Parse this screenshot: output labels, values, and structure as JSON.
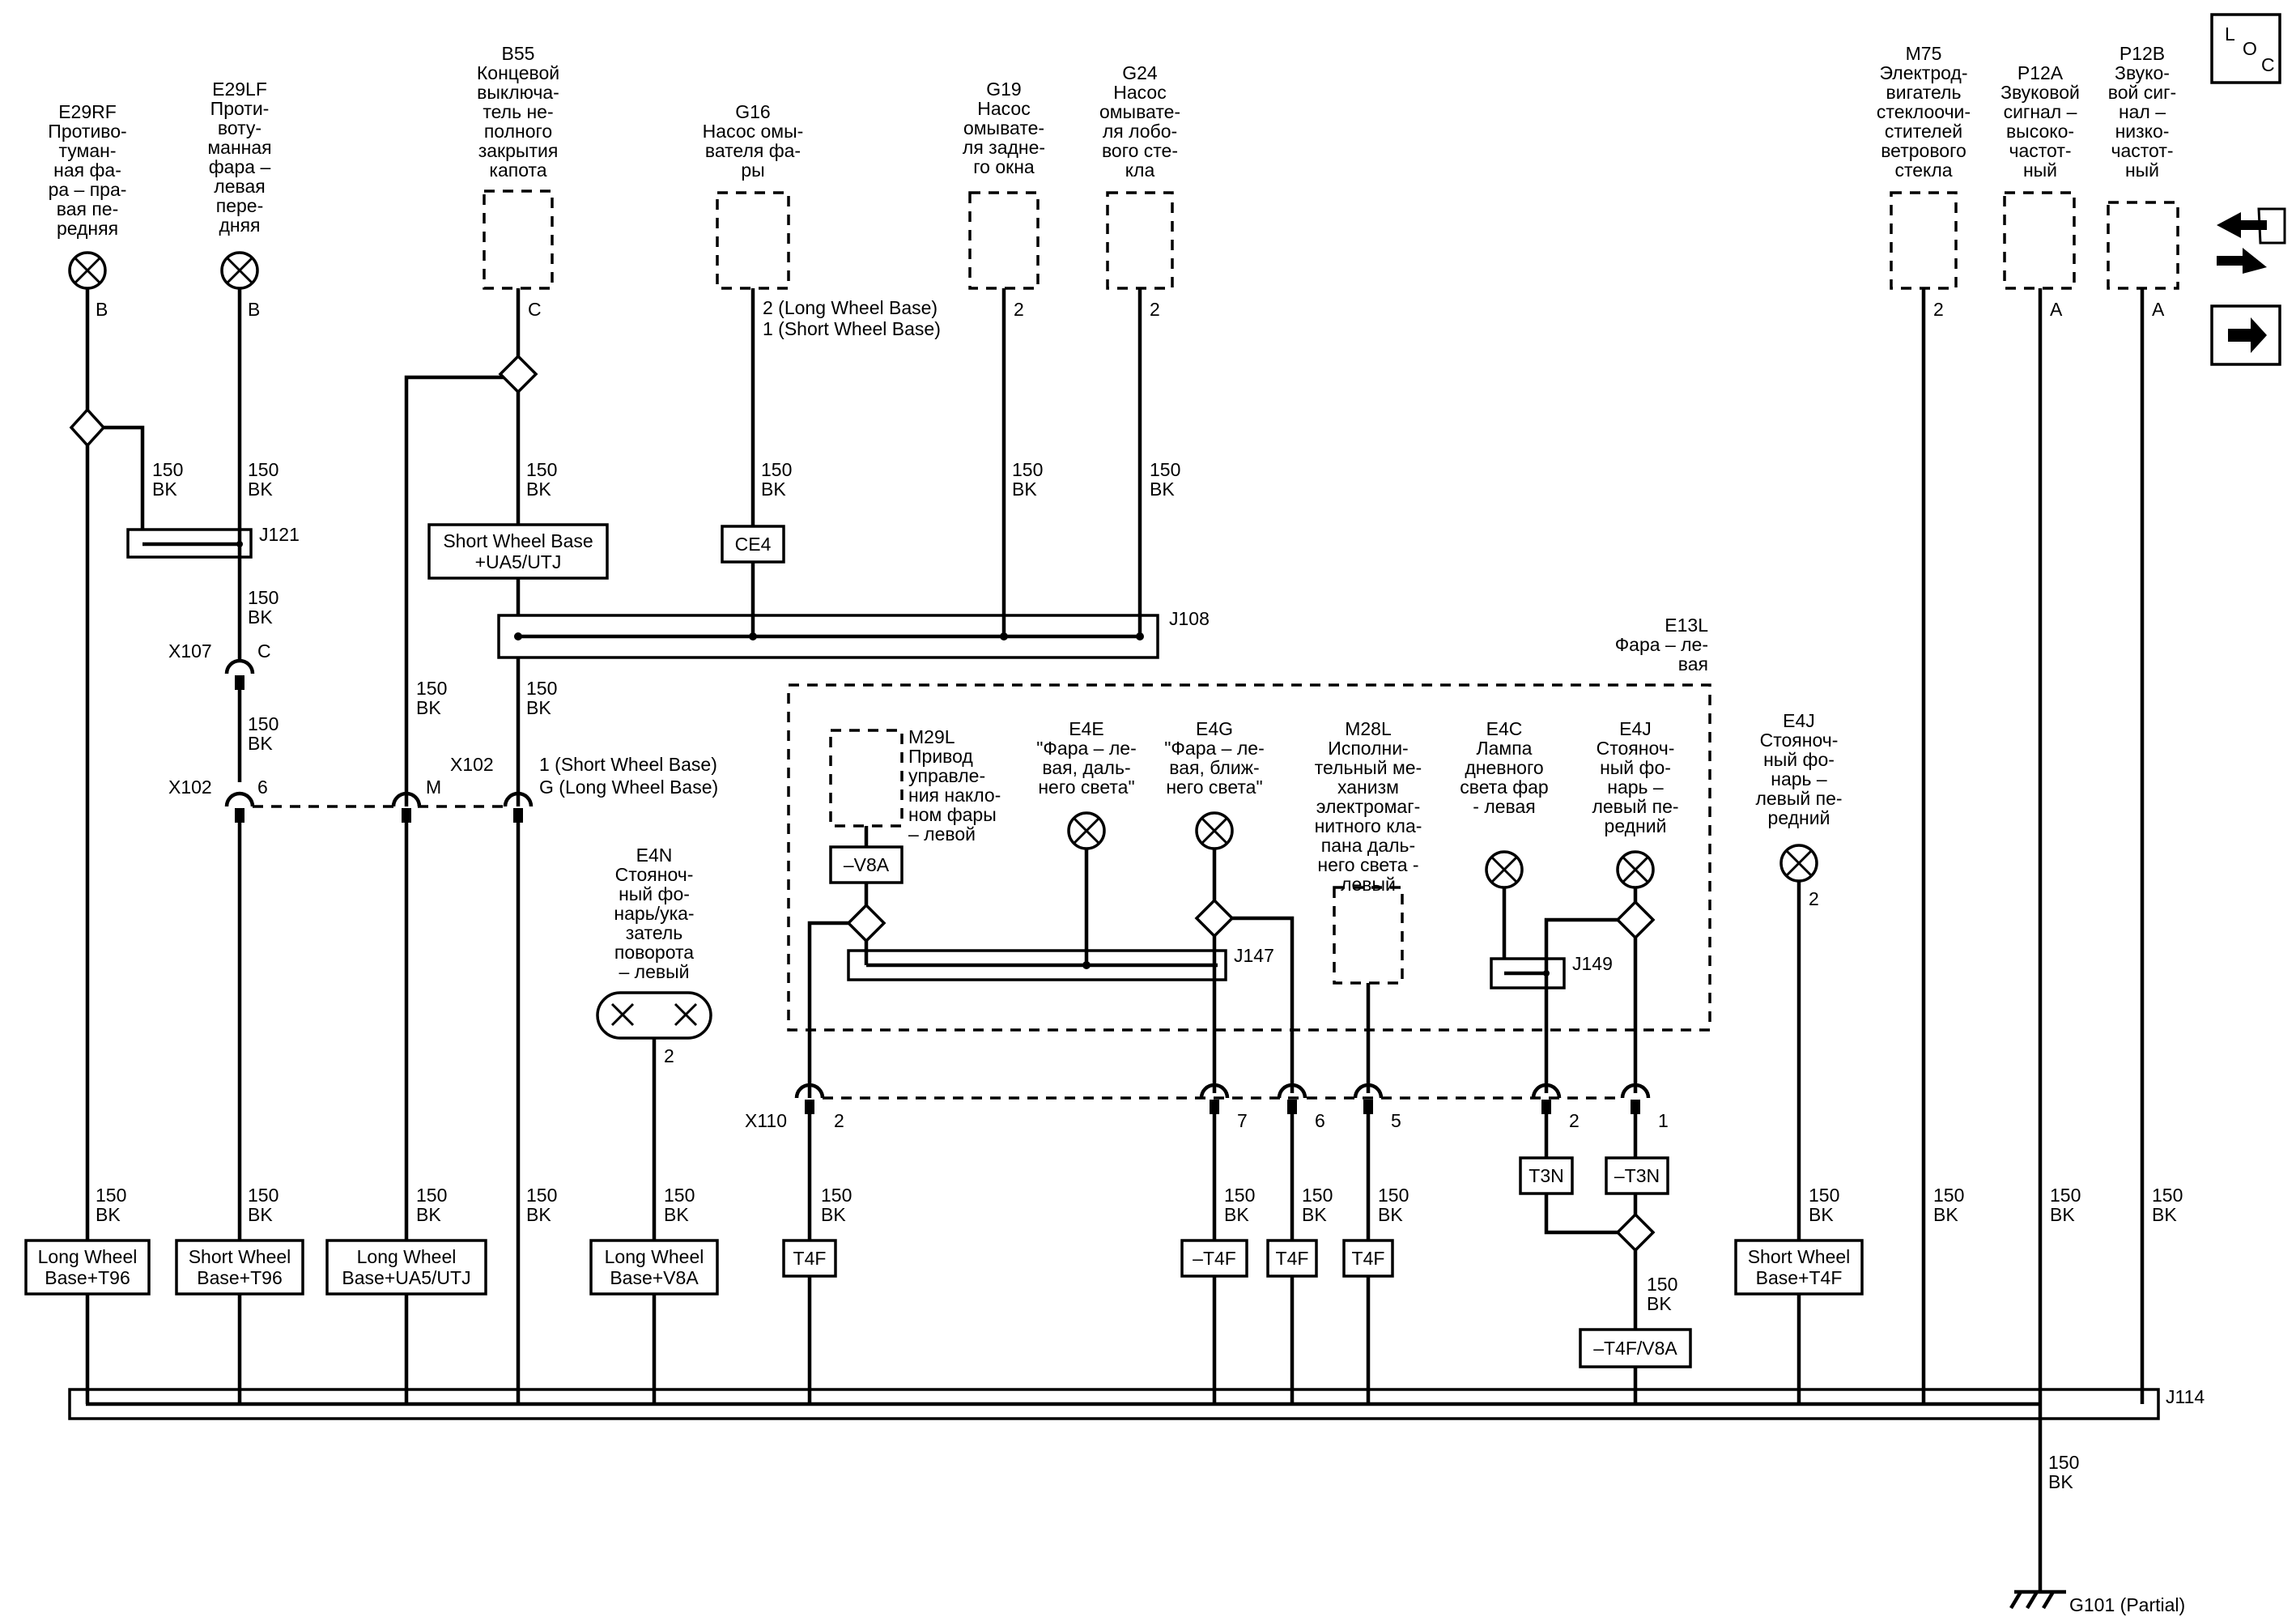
{
  "components": [
    {
      "id": "e29rf",
      "name": "E29RF",
      "desc": [
        "Противо-",
        "туман-",
        "ная фа-",
        "ра – пра-",
        "вая пе-",
        "редняя"
      ],
      "pin": "B",
      "wire": [
        "150",
        "BK"
      ],
      "option": [
        "Long Wheel",
        "Base+T96"
      ]
    },
    {
      "id": "e29lf",
      "name": "E29LF",
      "desc": [
        "Проти-",
        "воту-",
        "манная",
        "фара –",
        "левая",
        "пере-",
        "дняя"
      ],
      "pin": "B",
      "wire": [
        "150",
        "BK"
      ],
      "option": [
        "Short Wheel",
        "Base+T96"
      ]
    },
    {
      "id": "b55",
      "name": "B55",
      "desc": [
        "Концевой",
        "выключа-",
        "тель не-",
        "полного",
        "закрытия",
        "капота"
      ],
      "pin": "C",
      "wire": [
        "150",
        "BK"
      ],
      "option": [
        "Short Wheel Base",
        "+UA5/UTJ"
      ]
    },
    {
      "id": "g16",
      "name": "G16",
      "desc": [
        "Насос омы-",
        "вателя фа-",
        "ры"
      ],
      "pin": [
        "2 (Long Wheel Base)",
        "1 (Short Wheel Base)"
      ],
      "wire": [
        "150",
        "BK"
      ],
      "option": "CE4"
    },
    {
      "id": "g19",
      "name": "G19",
      "desc": [
        "Насос",
        "омывате-",
        "ля задне-",
        "го окна"
      ],
      "pin": "2",
      "wire": [
        "150",
        "BK"
      ]
    },
    {
      "id": "g24",
      "name": "G24",
      "desc": [
        "Насос",
        "омывате-",
        "ля лобо-",
        "вого сте-",
        "кла"
      ],
      "pin": "2",
      "wire": [
        "150",
        "BK"
      ]
    },
    {
      "id": "m75",
      "name": "M75",
      "desc": [
        "Электрод-",
        "вигатель",
        "стеклоочи-",
        "стителей",
        "ветрового",
        "стекла"
      ],
      "pin": "2",
      "wire": [
        "150",
        "BK"
      ]
    },
    {
      "id": "p12a",
      "name": "P12A",
      "desc": [
        "Звуковой",
        "сигнал –",
        "высоко-",
        "частот-",
        "ный"
      ],
      "pin": "A",
      "wire": [
        "150",
        "BK"
      ]
    },
    {
      "id": "p12b",
      "name": "P12B",
      "desc": [
        "Звуко-",
        "вой сиг-",
        "нал –",
        "низко-",
        "частот-",
        "ный"
      ],
      "pin": "A",
      "wire": [
        "150",
        "BK"
      ]
    },
    {
      "id": "e4n",
      "name": "E4N",
      "desc": [
        "Стояноч-",
        "ный фо-",
        "нарь/ука-",
        "затель",
        "поворота",
        "– левый"
      ],
      "pin": "2",
      "wire": [
        "150",
        "BK"
      ],
      "option": [
        "Long Wheel",
        "Base+V8A"
      ]
    },
    {
      "id": "e4j_right",
      "name": "E4J",
      "desc": [
        "Стояноч-",
        "ный фо-",
        "нарь –",
        "левый пе-",
        "редний"
      ],
      "pin": "2",
      "wire": [
        "150",
        "BK"
      ],
      "option": [
        "Short Wheel",
        "Base+T4F"
      ]
    }
  ],
  "headlamp_assembly": {
    "name": "E13L",
    "desc": [
      "Фара – ле-",
      "вая"
    ],
    "parts": [
      {
        "id": "m29l",
        "name": "M29L",
        "desc": [
          "Привод",
          "управле-",
          "ния накло-",
          "ном фары",
          "– левой"
        ],
        "option": "–V8A"
      },
      {
        "id": "e4e",
        "name": "E4E",
        "desc": [
          "\"Фара – ле-",
          "вая, даль-",
          "него света\""
        ]
      },
      {
        "id": "e4g",
        "name": "E4G",
        "desc": [
          "\"Фара – ле-",
          "вая, ближ-",
          "него света\""
        ]
      },
      {
        "id": "m28l",
        "name": "M28L",
        "desc": [
          "Исполни-",
          "тельный ме-",
          "ханизм",
          "электромаг-",
          "нитного кла-",
          "пана даль-",
          "него света -",
          "левый"
        ]
      },
      {
        "id": "e4c",
        "name": "E4C",
        "desc": [
          "Лампа",
          "дневного",
          "света фар",
          "- левая"
        ]
      },
      {
        "id": "e4j",
        "name": "E4J",
        "desc": [
          "Стояноч-",
          "ный фо-",
          "нарь –",
          "левый пе-",
          "редний"
        ]
      }
    ]
  },
  "splices": {
    "j121": "J121",
    "j108": "J108",
    "j147": "J147",
    "j149": "J149",
    "j114": "J114"
  },
  "connectors": {
    "x107": {
      "name": "X107",
      "pin": "C"
    },
    "x102": {
      "name": "X102",
      "pins": [
        "6",
        "M"
      ],
      "name_b": "X102",
      "pin_b": [
        "1 (Short Wheel Base)",
        "G (Long Wheel Base)"
      ]
    },
    "x110": {
      "name": "X110",
      "pins": [
        "2",
        "7",
        "6",
        "5",
        "2",
        "1"
      ]
    }
  },
  "options": {
    "ua5_long": [
      "Long Wheel",
      "Base+UA5/UTJ"
    ],
    "t4f_a": "T4F",
    "t4f_b": "–T4F",
    "t4f_c": "T4F",
    "t4f_d": "T4F",
    "t3n_a": "T3N",
    "t3n_b": "–T3N",
    "t4f_v8a": "–T4F/V8A"
  },
  "wire_label": [
    "150",
    "BK"
  ],
  "ground": "G101 (Partial)",
  "nav": {
    "loc": [
      "L",
      "O",
      "C"
    ]
  }
}
